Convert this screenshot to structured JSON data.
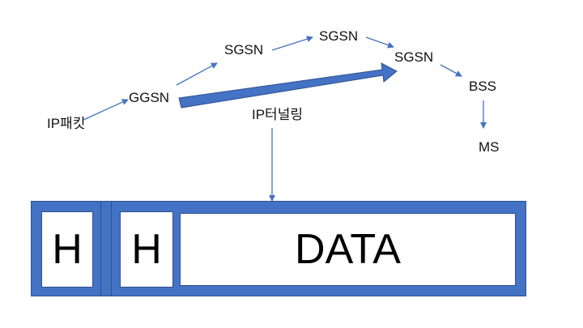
{
  "nodes": {
    "ip_packet": "IP패킷",
    "ggsn": "GGSN",
    "sgsn_1": "SGSN",
    "sgsn_2": "SGSN",
    "sgsn_3": "SGSN",
    "bss": "BSS",
    "ms": "MS",
    "ip_tunneling": "IP터널링"
  },
  "packet": {
    "header_outer": "H",
    "header_inner": "H",
    "payload": "DATA"
  },
  "colors": {
    "accent": "#4472c4",
    "border": "#2f528f"
  }
}
